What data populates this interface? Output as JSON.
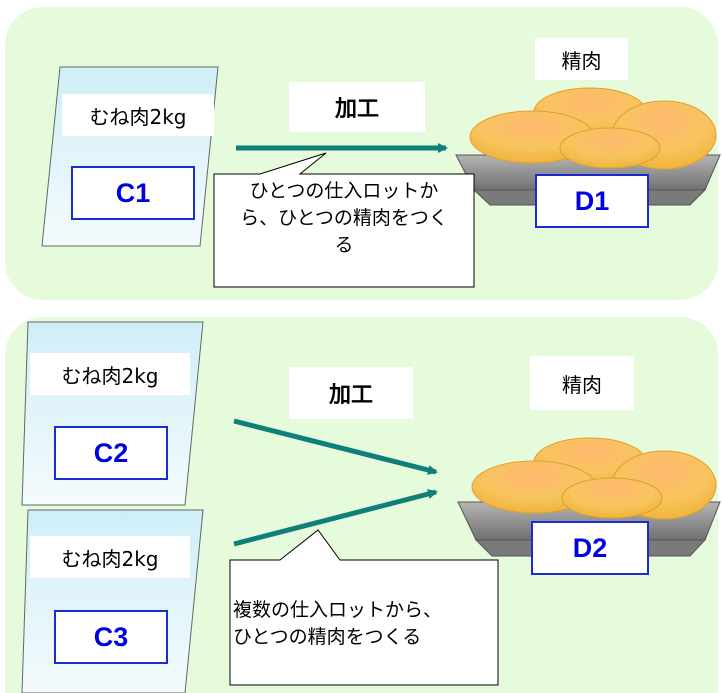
{
  "top": {
    "bag_label": "むね肉2kg",
    "bag_code": "C1",
    "process_label": "加工",
    "meat_label": "精肉",
    "meat_code": "D1",
    "callout_lines": [
      "ひとつの仕入ロットか",
      "ら、ひとつの精肉をつく",
      "る"
    ]
  },
  "bottom": {
    "bag1_label": "むね肉2kg",
    "bag1_code": "C2",
    "bag2_label": "むね肉2kg",
    "bag2_code": "C3",
    "process_label": "加工",
    "meat_label": "精肉",
    "meat_code": "D2",
    "callout_lines": [
      "複数の仕入ロットから、",
      "ひとつの精肉をつくる"
    ]
  },
  "colors": {
    "panel": "#e6fadc",
    "arrow": "#0f7f78",
    "code_text": "#0000e0",
    "meat_fill": "#f6c25c",
    "tray": "#8c8c8c"
  }
}
